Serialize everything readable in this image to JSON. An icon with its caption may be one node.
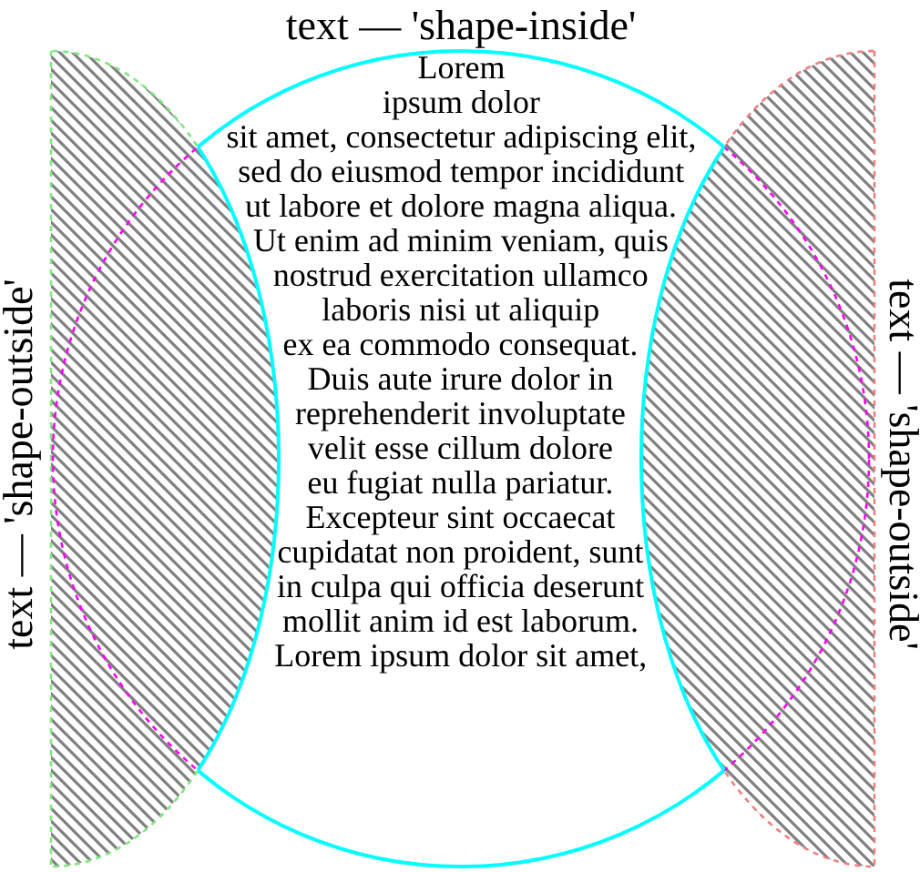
{
  "diagram": {
    "nodes": [
      {
        "text": [
          "Lorem ipsum dolor sit amet, consectetur adipiscing elit, sed do eiusmod tempor incididunt ut labore et dolore magna aliqua. Ut enim ad minim veniam, quis nostrud exercitation ullamco laboris nisi ut aliquip ex ea commodo consequat. Duis aute irure dolor in reprehenderit involuptate velit esse cillum dolore eu fugiat nulla pariatur. Excepteur sint occaecat cupidatat non proident, sunt in culpa qui officia deserunt mollit anim id est laborum. Lorem ipsum dolor sit amet,"
        ]
      }
    ],
    "labels": [
      "text — 'shape-inside'",
      "text — 'shape-outside'",
      "text — 'shape-outside'"
    ]
  }
}
